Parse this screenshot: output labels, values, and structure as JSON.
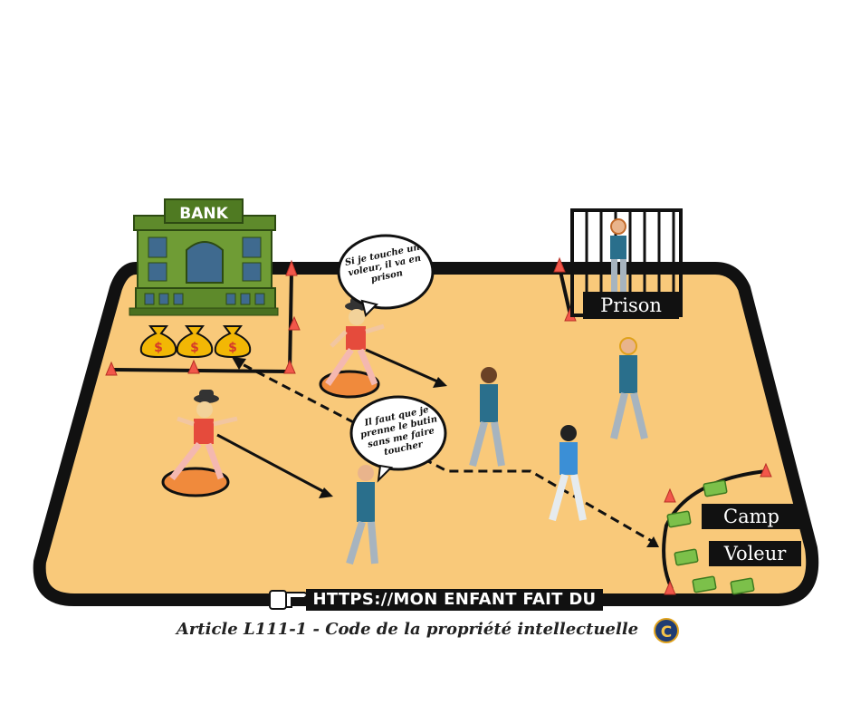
{
  "bank": {
    "sign": "BANK"
  },
  "prison": {
    "label": "Prison"
  },
  "camp": {
    "line1": "Camp",
    "line2": "Voleur"
  },
  "bubbles": {
    "guard_says": "Si je touche un voleur, il va en prison",
    "thief_says": "Il faut que je prenne le butin sans me faire toucher"
  },
  "footer": {
    "url": "HTTPS://MON ENFANT FAIT DU SPORT.FR",
    "caption": "Article L111-1 - Code de la propriété intellectuelle",
    "copyright_symbol": "C"
  },
  "colors": {
    "field": "#f9c97a",
    "border": "#111111",
    "bank_green": "#5e8a2b",
    "cone": "#f2574a",
    "guard_disc": "#f08a3c",
    "shirt_guard": "#e54b3c",
    "shirt_player": "#2a6f8c"
  },
  "icons": [
    "bank-icon",
    "money-bag-icon",
    "cone-icon",
    "banknote-icon",
    "pointing-hand-icon",
    "copyright-icon"
  ]
}
